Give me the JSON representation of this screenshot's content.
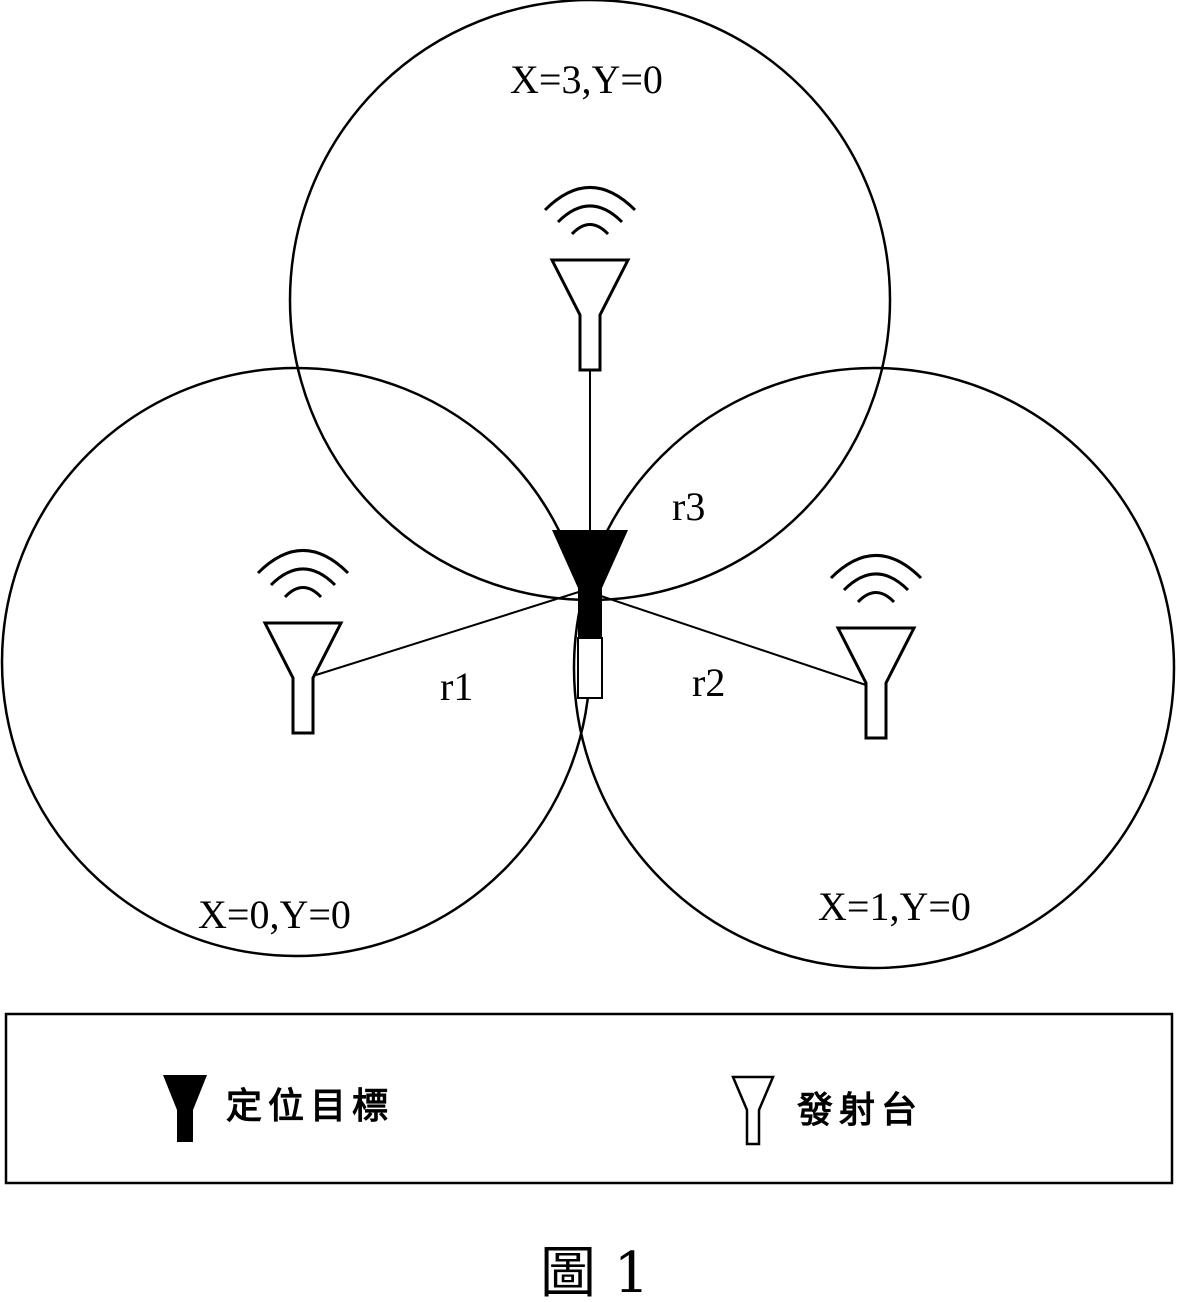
{
  "stations": [
    {
      "id": "top",
      "label": "X=3,Y=0"
    },
    {
      "id": "left",
      "label": "X=0,Y=0"
    },
    {
      "id": "right",
      "label": "X=1,Y=0"
    }
  ],
  "distances": {
    "r1": "r1",
    "r2": "r2",
    "r3": "r3"
  },
  "legend": {
    "target_label": "定位目標",
    "transmitter_label": "發射台"
  },
  "caption": "圖 1"
}
